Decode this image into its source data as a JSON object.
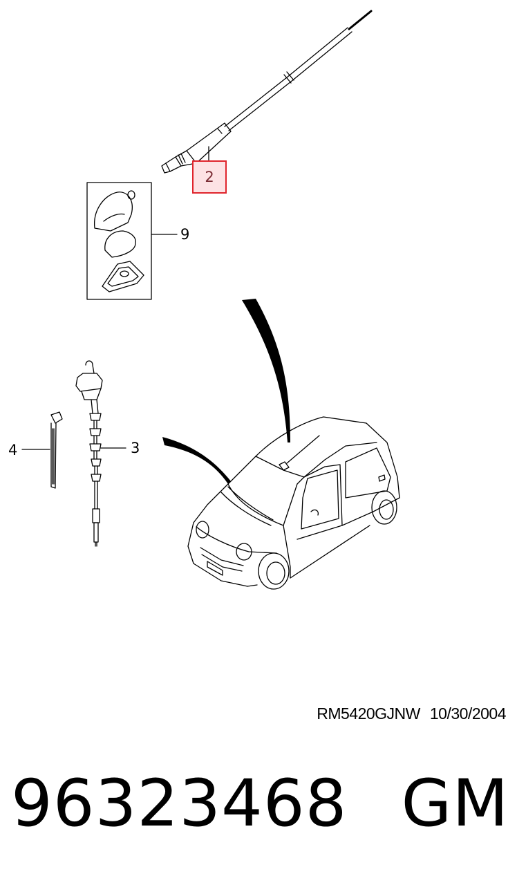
{
  "callouts": {
    "antenna_mast": "2",
    "base_kit": "9",
    "cable_tie": "4",
    "feeder_cable": "3"
  },
  "footer": {
    "drawing_code": "RM5420GJNW",
    "drawing_date": "10/30/2004",
    "part_number": "96323468",
    "brand": "GM"
  },
  "colors": {
    "highlight_border": "#e0242c",
    "highlight_fill": "#fde2e4",
    "line": "#000000"
  }
}
